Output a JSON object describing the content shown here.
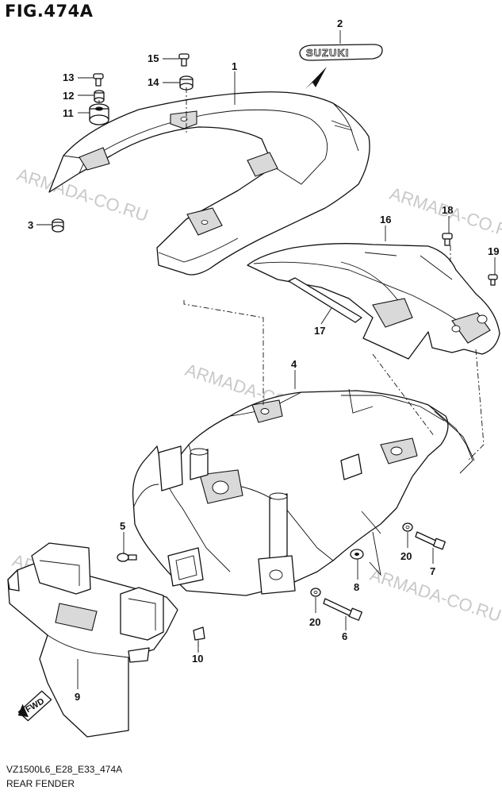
{
  "figure": {
    "title": "FIG.474A",
    "model_code": "VZ1500L6_E28_E33_474A",
    "assembly_name": "REAR FENDER"
  },
  "watermark": "ARMADA-CO.RU",
  "emblem_text": "SUZUKI",
  "direction_badge": "FWD",
  "callouts": {
    "c1": "1",
    "c2": "2",
    "c3": "3",
    "c4": "4",
    "c5": "5",
    "c6": "6",
    "c7": "7",
    "c8": "8",
    "c9": "9",
    "c10": "10",
    "c11": "11",
    "c12": "12",
    "c13": "13",
    "c14": "14",
    "c15": "15",
    "c16": "16",
    "c17": "17",
    "c18": "18",
    "c19": "19",
    "c20a": "20",
    "c20b": "20"
  }
}
